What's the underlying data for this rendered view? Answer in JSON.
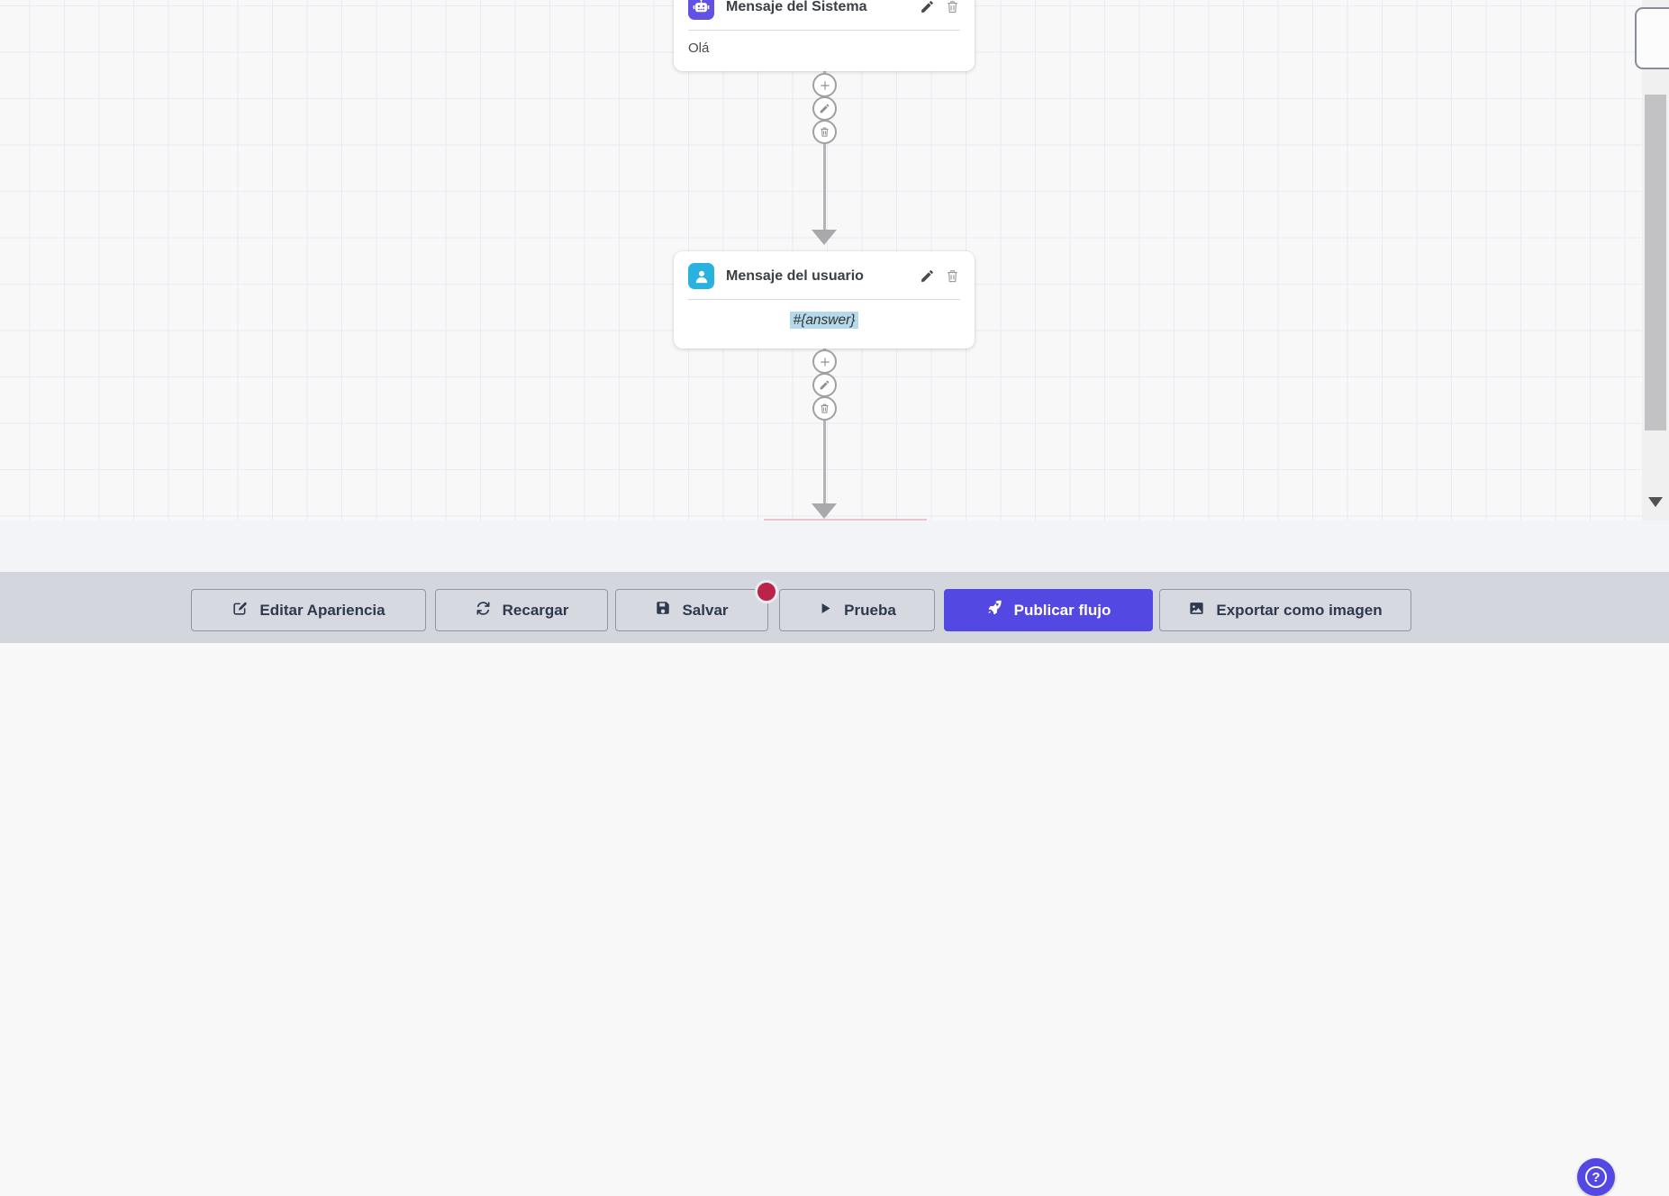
{
  "canvas": {
    "nodes": [
      {
        "title": "Mensaje del Sistema",
        "content": "Olá",
        "icon": "robot-icon",
        "icon_color": "#6152e4",
        "actions": [
          "edit",
          "delete"
        ]
      },
      {
        "title": "Mensaje del usuario",
        "content": "#{answer}",
        "icon": "user-icon",
        "icon_color": "#29b2de",
        "content_highlighted": true,
        "actions": [
          "edit",
          "delete"
        ]
      }
    ],
    "connector_buttons": [
      "plus-icon",
      "pencil-icon",
      "trash-icon"
    ],
    "colors": {
      "background": "#f8f8f9",
      "grid_line": "#e9eaf3",
      "connector": "#b4b4b6",
      "content_highlight": "#b3d9eb"
    }
  },
  "toolbar": {
    "buttons": [
      {
        "label": "Editar Apariencia",
        "icon": "edit-square-icon"
      },
      {
        "label": "Recargar",
        "icon": "refresh-icon"
      },
      {
        "label": "Salvar",
        "icon": "save-icon",
        "badge_dot": true
      },
      {
        "label": "Prueba",
        "icon": "play-icon"
      },
      {
        "label": "Publicar flujo",
        "icon": "rocket-icon",
        "primary": true
      },
      {
        "label": "Exportar como imagen",
        "icon": "image-icon"
      }
    ],
    "colors": {
      "bar": "#d4d6dd",
      "primary": "#5348e1",
      "badge": "#bb2348",
      "text": "#2e3950"
    }
  },
  "help_button": {
    "glyph": "?",
    "color": "#5348e1"
  }
}
